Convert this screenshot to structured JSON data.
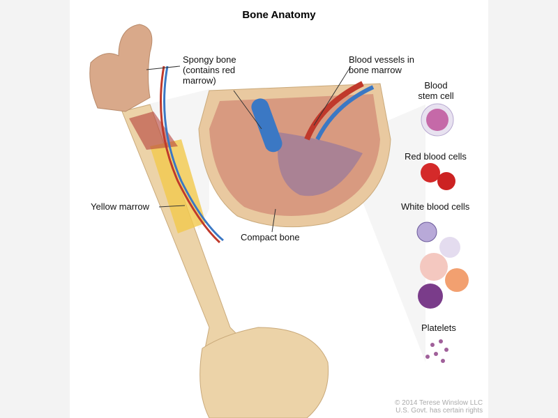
{
  "title": "Bone Anatomy",
  "labels": {
    "spongy_bone": "Spongy bone (contains red marrow)",
    "blood_vessels": "Blood vessels in bone marrow",
    "yellow_marrow": "Yellow marrow",
    "compact_bone": "Compact bone",
    "blood_stem_cell": "Blood stem cell",
    "red_blood_cells": "Red blood cells",
    "white_blood_cells": "White blood cells",
    "platelets": "Platelets"
  },
  "copyright": {
    "line1": "© 2014 Terese Winslow LLC",
    "line2": "U.S. Govt. has certain rights"
  },
  "colors": {
    "bone": "#ecd3a8",
    "marrow_red": "#b5413a",
    "vessel_blue": "#3b78c4",
    "yellow_marrow": "#f2c94c"
  }
}
